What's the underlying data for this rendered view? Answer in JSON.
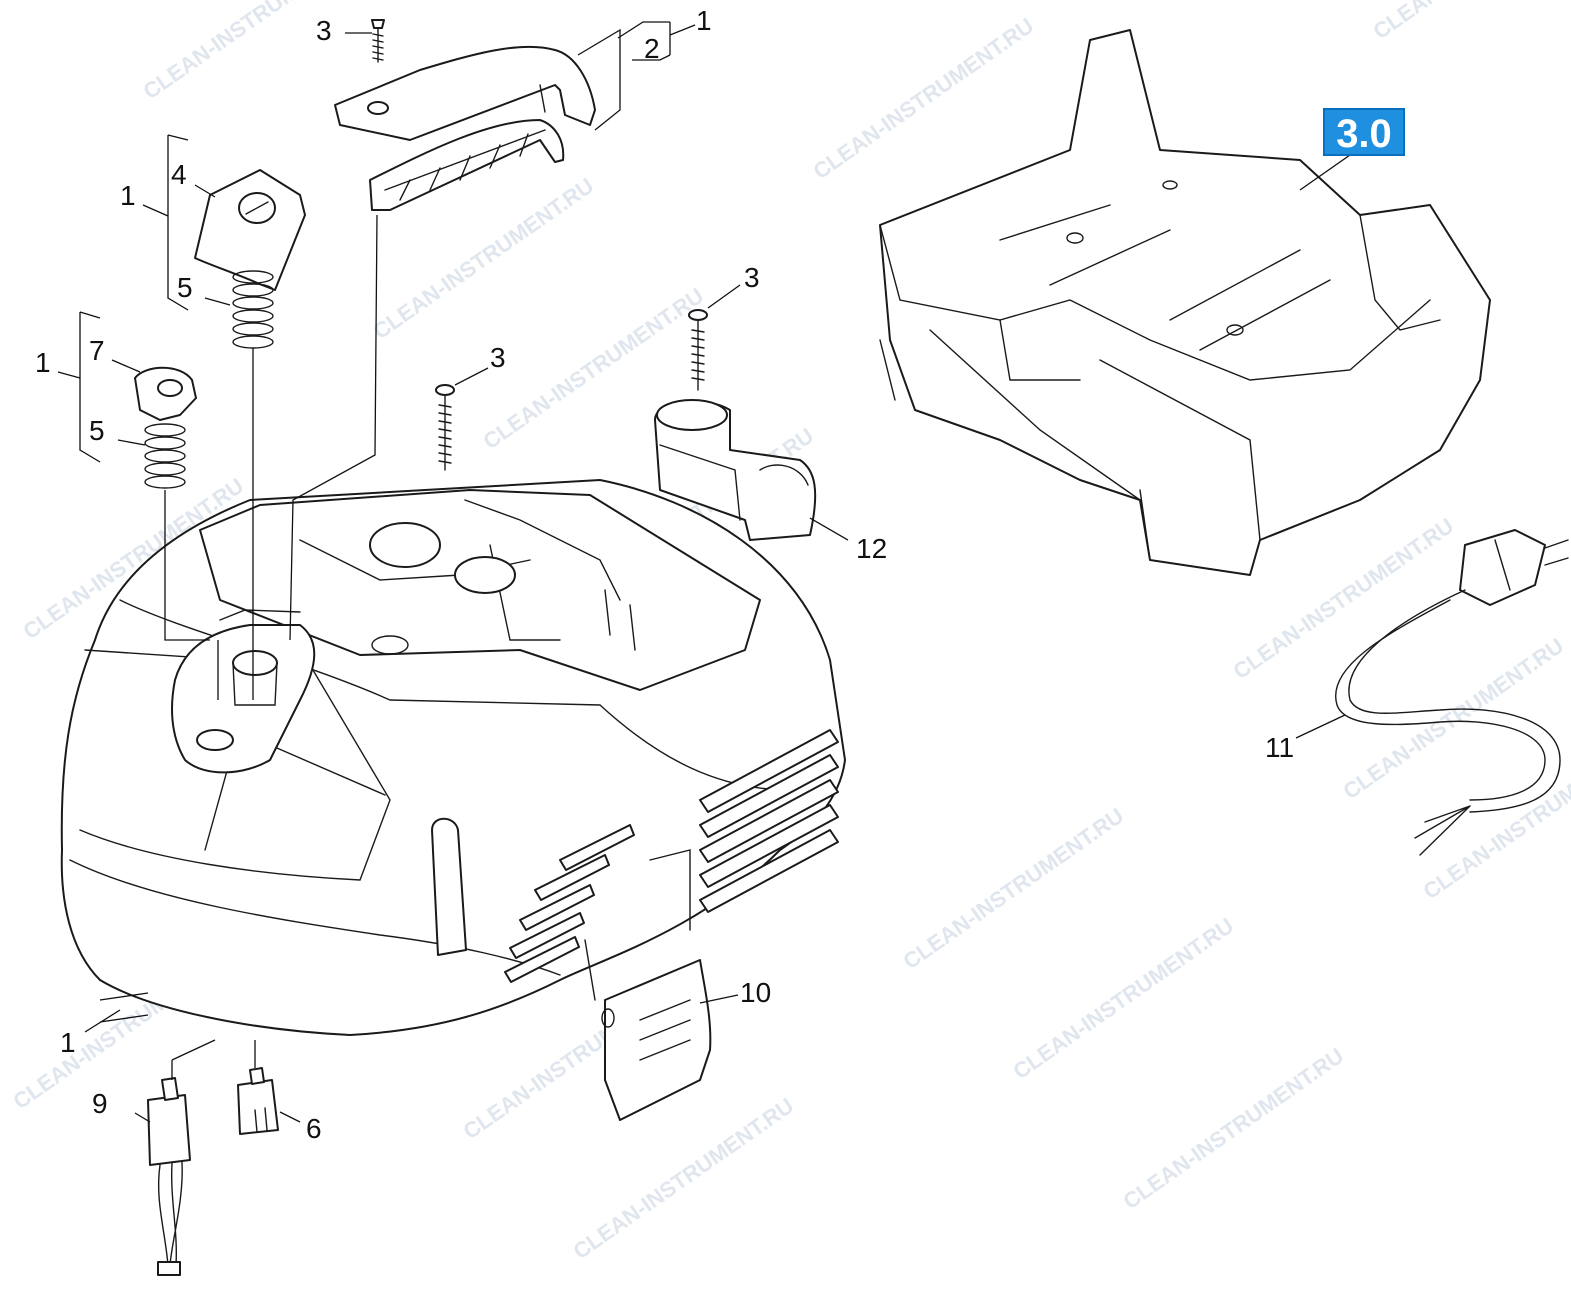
{
  "diagram": {
    "assembly_badge": "3.0",
    "watermark_text": "CLEAN-INSTRUMENT.RU",
    "callouts": [
      {
        "id": "c3-top",
        "label": "3"
      },
      {
        "id": "c2-top",
        "label": "2"
      },
      {
        "id": "c1-top",
        "label": "1"
      },
      {
        "id": "c4",
        "label": "4"
      },
      {
        "id": "c1-left-a",
        "label": "1"
      },
      {
        "id": "c5-a",
        "label": "5"
      },
      {
        "id": "c7",
        "label": "7"
      },
      {
        "id": "c1-left-b",
        "label": "1"
      },
      {
        "id": "c5-b",
        "label": "5"
      },
      {
        "id": "c3-right",
        "label": "3"
      },
      {
        "id": "c3-mid",
        "label": "3"
      },
      {
        "id": "c12",
        "label": "12"
      },
      {
        "id": "c11",
        "label": "11"
      },
      {
        "id": "c10",
        "label": "10"
      },
      {
        "id": "c1-bottom",
        "label": "1"
      },
      {
        "id": "c9",
        "label": "9"
      },
      {
        "id": "c6",
        "label": "6"
      }
    ]
  }
}
